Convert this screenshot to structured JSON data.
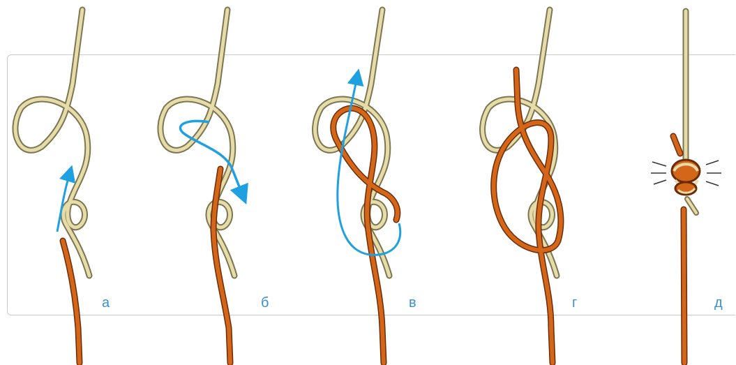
{
  "steps": [
    {
      "label": "а"
    },
    {
      "label": "б"
    },
    {
      "label": "в"
    },
    {
      "label": "г"
    },
    {
      "label": "д"
    }
  ],
  "colors": {
    "rope_light": "#e6dca9",
    "rope_light_edge": "#7c7650",
    "rope_orange": "#d4661a",
    "rope_orange_edge": "#6a2b06",
    "arrow": "#1fa0e0",
    "label": "#3a8fd0",
    "frame": "#c9c9c9"
  }
}
